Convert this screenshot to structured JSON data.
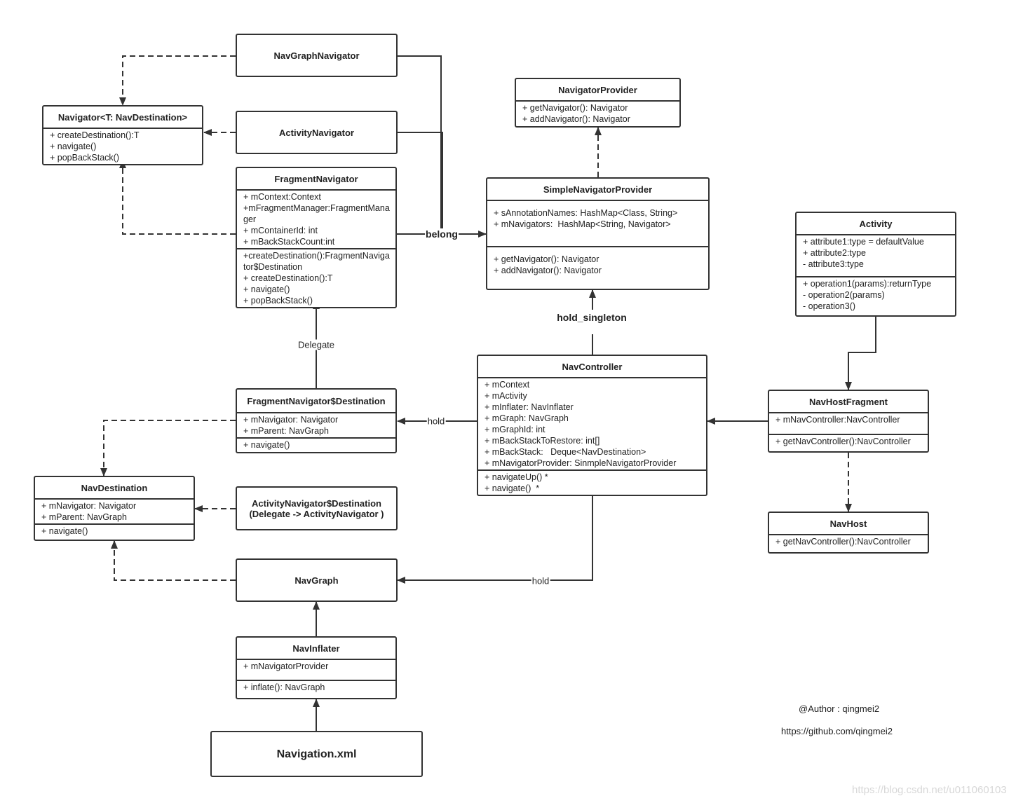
{
  "classes": [
    {
      "id": "navgraphnavigator",
      "name": "NavGraphNavigator",
      "sections": []
    },
    {
      "id": "navigator",
      "name": "Navigator<T: NavDestination>",
      "sections": [
        [
          "+ createDestination():T",
          "+ navigate()",
          "+ popBackStack()"
        ]
      ]
    },
    {
      "id": "activitynavigator",
      "name": "ActivityNavigator",
      "sections": []
    },
    {
      "id": "fragmentnavigator",
      "name": "FragmentNavigator",
      "sections": [
        [
          "+ mContext:Context",
          "+mFragmentManager:FragmentManager",
          "+ mContainerId: int",
          "+ mBackStackCount:int"
        ],
        [
          "+createDestination():FragmentNavigator$Destination",
          "+ createDestination():T",
          "+ navigate()",
          "+ popBackStack()"
        ]
      ]
    },
    {
      "id": "navigatorprovider",
      "name": "NavigatorProvider",
      "sections": [
        [
          "+ getNavigator(): Navigator",
          "+ addNavigator(): Navigator"
        ]
      ]
    },
    {
      "id": "simplenavigatorprovider",
      "name": "SimpleNavigatorProvider",
      "sections": [
        [
          "",
          "+ sAnnotationNames: HashMap<Class, String>",
          "+ mNavigators:  HashMap<String, Navigator>"
        ],
        [
          "",
          "+ getNavigator(): Navigator",
          "+ addNavigator(): Navigator"
        ]
      ]
    },
    {
      "id": "activity",
      "name": "Activity",
      "sections": [
        [
          "+ attribute1:type = defaultValue",
          "+ attribute2:type",
          "- attribute3:type"
        ],
        [
          "+ operation1(params):returnType",
          "- operation2(params)",
          "- operation3()"
        ]
      ]
    },
    {
      "id": "fragmentnavigatordestination",
      "name": "FragmentNavigator$Destination",
      "sections": [
        [
          "+ mNavigator: Navigator",
          "+ mParent: NavGraph"
        ],
        [
          "+ navigate()"
        ]
      ]
    },
    {
      "id": "navcontroller",
      "name": "NavController",
      "sections": [
        [
          "+ mContext",
          "+ mActivity",
          "+ mInflater: NavInflater",
          "+ mGraph: NavGraph",
          "+ mGraphId: int",
          "+ mBackStackToRestore: int[]",
          "+ mBackStack:   Deque<NavDestination>",
          "+ mNavigatorProvider: SinmpleNavigatorProvider"
        ],
        [
          "+ navigateUp() *",
          "+ navigate()  *"
        ]
      ]
    },
    {
      "id": "navhostfragment",
      "name": "NavHostFragment",
      "sections": [
        [
          "+ mNavController:NavController"
        ],
        [
          "+ getNavController():NavController"
        ]
      ]
    },
    {
      "id": "navdestination",
      "name": "NavDestination",
      "sections": [
        [
          "+ mNavigator: Navigator",
          "+ mParent: NavGraph"
        ],
        [
          "+ navigate()"
        ]
      ]
    },
    {
      "id": "activitynavigatordestination",
      "name": "ActivityNavigator$Destination (Delegate -> ActivityNavigator )",
      "sections": []
    },
    {
      "id": "navhost",
      "name": "NavHost",
      "sections": [
        [
          "+ getNavController():NavController"
        ]
      ]
    },
    {
      "id": "navgraph",
      "name": "NavGraph",
      "sections": []
    },
    {
      "id": "navinflater",
      "name": "NavInflater",
      "sections": [
        [
          "+ mNavigatorProvider"
        ],
        [
          "+ inflate(): NavGraph"
        ]
      ]
    },
    {
      "id": "navigationxml",
      "name": "Navigation.xml",
      "sections": []
    }
  ],
  "connector_labels": {
    "belong": "belong",
    "hold_singleton": "hold_singleton",
    "delegate": "Delegate",
    "hold_fragment_destination": "hold",
    "hold_navgraph": "hold"
  },
  "notes": {
    "author": "@Author  : qingmei2",
    "github": "https://github.com/qingmei2"
  },
  "watermark": "https://blog.csdn.net/u011060103",
  "colors": {
    "line": "#333333",
    "background": "#ffffff"
  }
}
